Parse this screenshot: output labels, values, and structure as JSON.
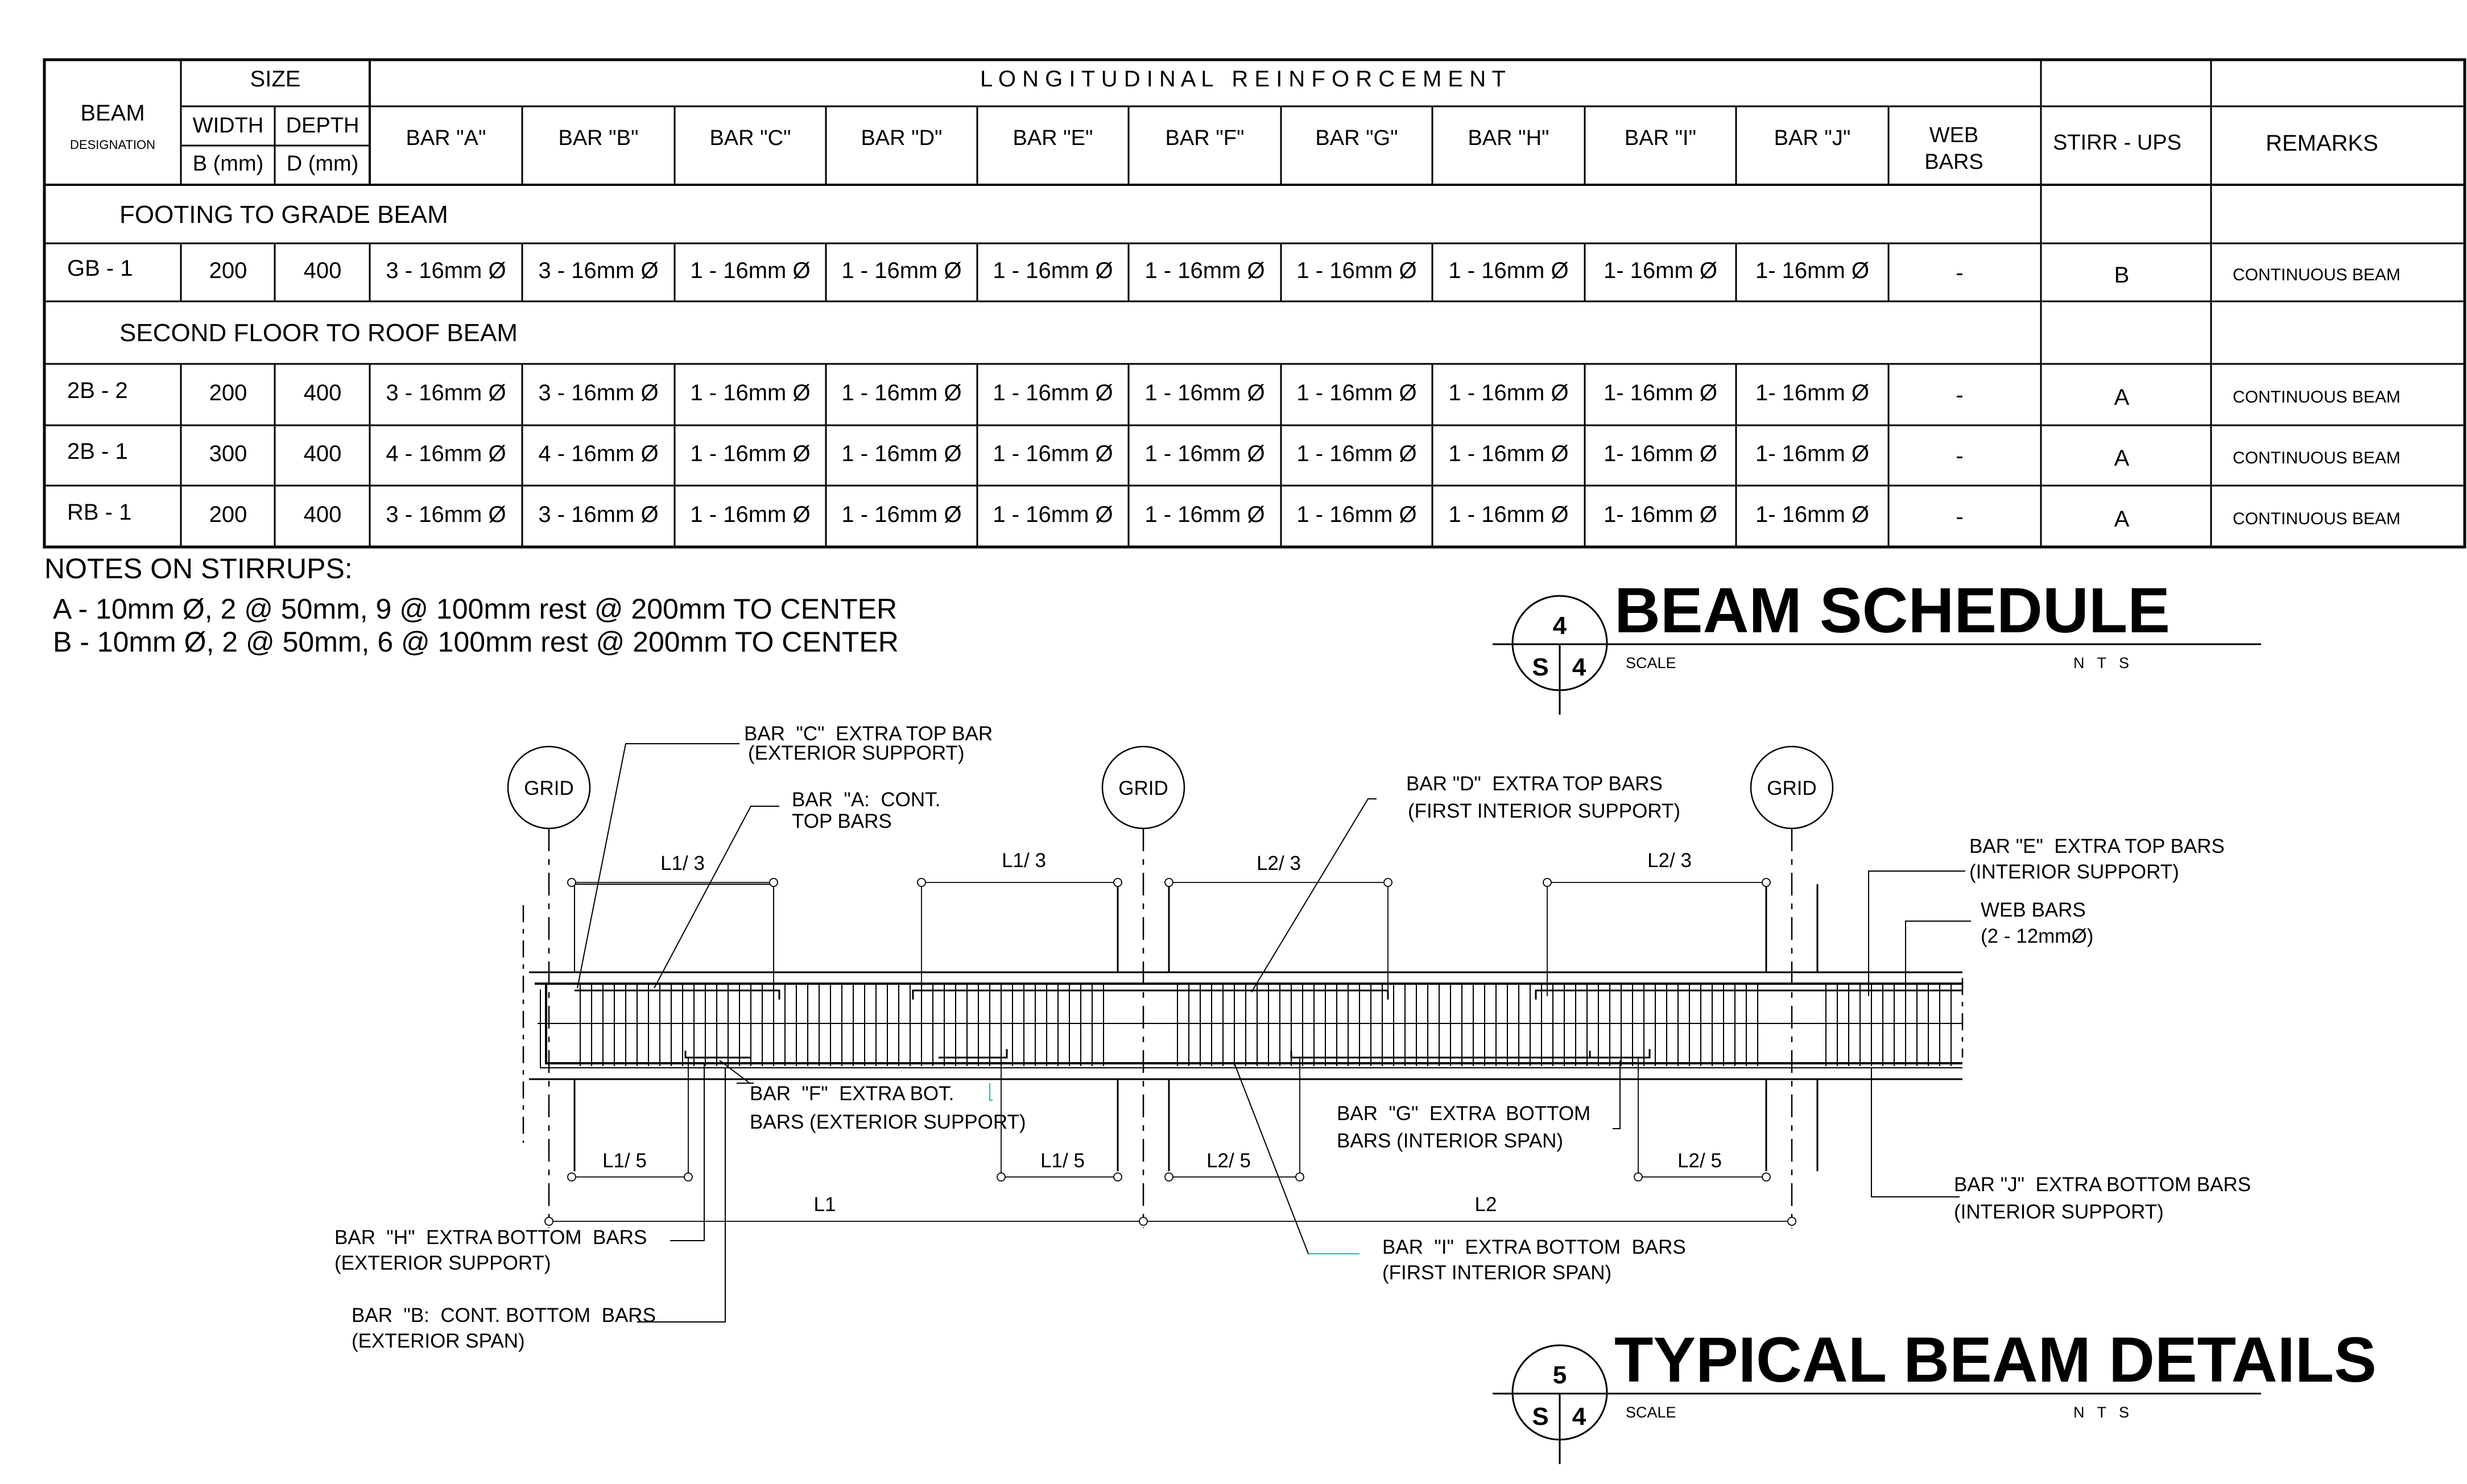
{
  "schedule": {
    "header": {
      "beam": "BEAM",
      "designation": "DESIGNATION",
      "size": "SIZE",
      "width": "WIDTH",
      "depth": "DEPTH",
      "b_mm": "B (mm)",
      "d_mm": "D (mm)",
      "longitudinal": "L O N G I T U D I N A L   R E I N F O R C E M E N T",
      "bars": [
        "BAR \"A\"",
        "BAR \"B\"",
        "BAR \"C\"",
        "BAR \"D\"",
        "BAR \"E\"",
        "BAR \"F\"",
        "BAR \"G\"",
        "BAR \"H\"",
        "BAR \"I\"",
        "BAR \"J\""
      ],
      "web_bars_1": "WEB",
      "web_bars_2": "BARS",
      "stirrups": "STIRR - UPS",
      "remarks": "REMARKS"
    },
    "sections": [
      {
        "title": "FOOTING TO GRADE BEAM",
        "rows": [
          {
            "mark": "GB - 1",
            "width": "200",
            "depth": "400",
            "bars": [
              "3 - 16mm Ø",
              "3 - 16mm Ø",
              "1 - 16mm Ø",
              "1 - 16mm Ø",
              "1 - 16mm Ø",
              "1 - 16mm Ø",
              "1 - 16mm Ø",
              "1 - 16mm Ø",
              "1- 16mm Ø",
              "1- 16mm Ø"
            ],
            "web": "-",
            "stirrup": "B",
            "remarks": "CONTINUOUS BEAM"
          }
        ]
      },
      {
        "title": "SECOND FLOOR TO ROOF BEAM",
        "rows": [
          {
            "mark": "2B - 2",
            "width": "200",
            "depth": "400",
            "bars": [
              "3 - 16mm Ø",
              "3 - 16mm Ø",
              "1 - 16mm Ø",
              "1 - 16mm Ø",
              "1 - 16mm Ø",
              "1 - 16mm Ø",
              "1 - 16mm Ø",
              "1 - 16mm Ø",
              "1- 16mm Ø",
              "1- 16mm Ø"
            ],
            "web": "-",
            "stirrup": "A",
            "remarks": "CONTINUOUS BEAM"
          },
          {
            "mark": "2B - 1",
            "width": "300",
            "depth": "400",
            "bars": [
              "4 - 16mm Ø",
              "4 - 16mm Ø",
              "1 - 16mm Ø",
              "1 - 16mm Ø",
              "1 - 16mm Ø",
              "1 - 16mm Ø",
              "1 - 16mm Ø",
              "1 - 16mm Ø",
              "1- 16mm Ø",
              "1- 16mm Ø"
            ],
            "web": "-",
            "stirrup": "A",
            "remarks": "CONTINUOUS BEAM"
          },
          {
            "mark": "RB - 1",
            "width": "200",
            "depth": "400",
            "bars": [
              "3 - 16mm Ø",
              "3 - 16mm Ø",
              "1 - 16mm Ø",
              "1 - 16mm Ø",
              "1 - 16mm Ø",
              "1 - 16mm Ø",
              "1 - 16mm Ø",
              "1 - 16mm Ø",
              "1- 16mm Ø",
              "1- 16mm Ø"
            ],
            "web": "-",
            "stirrup": "A",
            "remarks": "CONTINUOUS BEAM"
          }
        ]
      }
    ]
  },
  "notes": {
    "title": "NOTES ON STIRRUPS:",
    "lines": [
      "A - 10mm Ø, 2 @ 50mm, 9 @ 100mm rest @ 200mm TO CENTER",
      "B - 10mm Ø, 2 @ 50mm, 6 @ 100mm rest @ 200mm TO CENTER"
    ]
  },
  "titles": {
    "schedule": {
      "number": "4",
      "sheet": "S",
      "sheet_no": "4",
      "title": "BEAM SCHEDULE",
      "scale_label": "SCALE",
      "scale_value": "N   T   S"
    },
    "details": {
      "number": "5",
      "sheet": "S",
      "sheet_no": "4",
      "title": "TYPICAL BEAM DETAILS",
      "scale_label": "SCALE",
      "scale_value": "N   T   S"
    }
  },
  "detail": {
    "grid_label": "GRID",
    "dims": {
      "l1_3": "L1/ 3",
      "l1_3b": "L1/ 3",
      "l2_3": "L2/ 3",
      "l2_3b": "L2/ 3",
      "l1_5": "L1/ 5",
      "l1_5b": "L1/ 5",
      "l2_5": "L2/ 5",
      "l2_5b": "L2/ 5",
      "l1": "L1",
      "l2": "L2"
    },
    "labels": {
      "bar_c_1": "BAR  \"C\"  EXTRA TOP BAR",
      "bar_c_2": "(EXTERIOR SUPPORT)",
      "bar_a_1": "BAR  \"A:  CONT.",
      "bar_a_2": "TOP  BARS",
      "bar_d_1": "BAR \"D\"  EXTRA TOP BARS",
      "bar_d_2": "(FIRST INTERIOR SUPPORT)",
      "bar_e_1": "BAR \"E\"  EXTRA TOP BARS",
      "bar_e_2": "(INTERIOR SUPPORT)",
      "web_1": "WEB BARS",
      "web_2": "(2 - 12mmØ)",
      "bar_f_1": "BAR  \"F\"  EXTRA BOT.",
      "bar_f_2": "BARS (EXTERIOR SUPPORT)",
      "bar_g_1": "BAR  \"G\"  EXTRA  BOTTOM",
      "bar_g_2": "BARS (INTERIOR SPAN)",
      "bar_j_1": "BAR \"J\"  EXTRA BOTTOM BARS",
      "bar_j_2": "(INTERIOR SUPPORT)",
      "bar_h_1": "BAR  \"H\"  EXTRA BOTTOM  BARS",
      "bar_h_2": "(EXTERIOR SUPPORT)",
      "bar_i_1": "BAR  \"I\"  EXTRA BOTTOM  BARS",
      "bar_i_2": "(FIRST INTERIOR SPAN)",
      "bar_b_1": "BAR  \"B:  CONT. BOTTOM  BARS",
      "bar_b_2": "(EXTERIOR SPAN)"
    }
  }
}
